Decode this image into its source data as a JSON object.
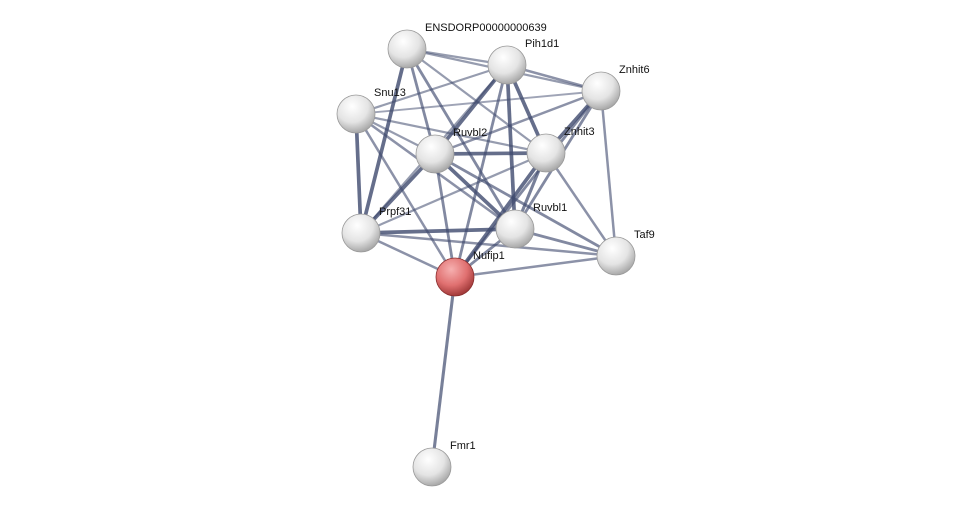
{
  "network": {
    "query_color": "#d9534f",
    "node_color": "#e6e6e6",
    "edge_color": "#3f4a6e",
    "nodes": [
      {
        "id": "ENSDORP00000000639",
        "label": "ENSDORP00000000639",
        "query": false
      },
      {
        "id": "Pih1d1",
        "label": "Pih1d1",
        "query": false
      },
      {
        "id": "Znhit6",
        "label": "Znhit6",
        "query": false
      },
      {
        "id": "Snu13",
        "label": "Snu13",
        "query": false
      },
      {
        "id": "Ruvbl2",
        "label": "Ruvbl2",
        "query": false
      },
      {
        "id": "Znhit3",
        "label": "Znhit3",
        "query": false
      },
      {
        "id": "Prpf31",
        "label": "Prpf31",
        "query": false
      },
      {
        "id": "Ruvbl1",
        "label": "Ruvbl1",
        "query": false
      },
      {
        "id": "Taf9",
        "label": "Taf9",
        "query": false
      },
      {
        "id": "Nufip1",
        "label": "Nufip1",
        "query": true
      },
      {
        "id": "Fmr1",
        "label": "Fmr1",
        "query": false
      }
    ],
    "edges": [
      [
        "ENSDORP00000000639",
        "Pih1d1",
        0.4
      ],
      [
        "ENSDORP00000000639",
        "Znhit6",
        0.4
      ],
      [
        "ENSDORP00000000639",
        "Ruvbl2",
        0.6
      ],
      [
        "ENSDORP00000000639",
        "Prpf31",
        0.9
      ],
      [
        "ENSDORP00000000639",
        "Ruvbl1",
        0.6
      ],
      [
        "ENSDORP00000000639",
        "Znhit3",
        0.4
      ],
      [
        "Pih1d1",
        "Znhit6",
        0.5
      ],
      [
        "Pih1d1",
        "Snu13",
        0.4
      ],
      [
        "Pih1d1",
        "Ruvbl2",
        0.9
      ],
      [
        "Pih1d1",
        "Znhit3",
        0.9
      ],
      [
        "Pih1d1",
        "Ruvbl1",
        0.9
      ],
      [
        "Pih1d1",
        "Nufip1",
        0.6
      ],
      [
        "Pih1d1",
        "Prpf31",
        0.4
      ],
      [
        "Znhit6",
        "Snu13",
        0.3
      ],
      [
        "Znhit6",
        "Ruvbl2",
        0.5
      ],
      [
        "Znhit6",
        "Znhit3",
        0.9
      ],
      [
        "Znhit6",
        "Ruvbl1",
        0.6
      ],
      [
        "Znhit6",
        "Nufip1",
        0.6
      ],
      [
        "Znhit6",
        "Taf9",
        0.5
      ],
      [
        "Snu13",
        "Ruvbl2",
        0.4
      ],
      [
        "Snu13",
        "Prpf31",
        0.9
      ],
      [
        "Snu13",
        "Nufip1",
        0.5
      ],
      [
        "Snu13",
        "Znhit3",
        0.4
      ],
      [
        "Snu13",
        "Ruvbl1",
        0.5
      ],
      [
        "Ruvbl2",
        "Znhit3",
        0.9
      ],
      [
        "Ruvbl2",
        "Prpf31",
        0.9
      ],
      [
        "Ruvbl2",
        "Ruvbl1",
        0.9
      ],
      [
        "Ruvbl2",
        "Nufip1",
        0.6
      ],
      [
        "Ruvbl2",
        "Taf9",
        0.6
      ],
      [
        "Znhit3",
        "Prpf31",
        0.4
      ],
      [
        "Znhit3",
        "Ruvbl1",
        0.7
      ],
      [
        "Znhit3",
        "Nufip1",
        0.9
      ],
      [
        "Znhit3",
        "Taf9",
        0.5
      ],
      [
        "Prpf31",
        "Ruvbl1",
        0.9
      ],
      [
        "Prpf31",
        "Nufip1",
        0.5
      ],
      [
        "Prpf31",
        "Taf9",
        0.5
      ],
      [
        "Ruvbl1",
        "Nufip1",
        0.6
      ],
      [
        "Ruvbl1",
        "Taf9",
        0.6
      ],
      [
        "Nufip1",
        "Taf9",
        0.5
      ],
      [
        "Nufip1",
        "Fmr1",
        0.7
      ]
    ]
  }
}
